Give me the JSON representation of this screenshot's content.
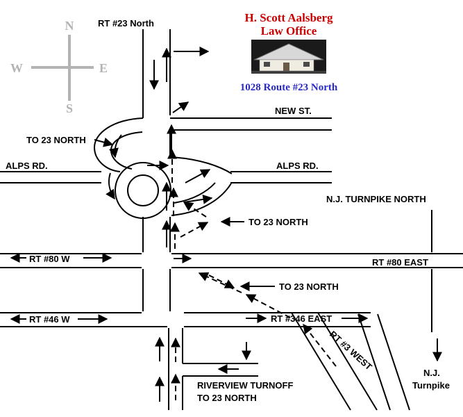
{
  "header": {
    "office_name_line1": "H. Scott Aalsberg",
    "office_name_line2": "Law Office",
    "address": "1028 Route #23 North",
    "photo_alt": "office-building-photo"
  },
  "compass": {
    "north": "N",
    "south": "S",
    "east": "E",
    "west": "W"
  },
  "map_labels": {
    "rt23_north": "RT #23 North",
    "new_st": "NEW ST.",
    "to_23_north_ramp": "TO 23 NORTH",
    "alps_rd_west": "ALPS RD.",
    "alps_rd_east": "ALPS RD.",
    "nj_turnpike_north": "N.J. TURNPIKE NORTH",
    "rt80_west": "RT #80 W",
    "rt80_east": "RT #80 EAST",
    "to_23_north_mid": "TO 23 NORTH",
    "to_23_north_lower": "TO 23 NORTH",
    "rt46_west": "RT #46 W",
    "rt346_east": "RT #346 EAST",
    "rt3_west": "RT #3 WEST",
    "nj_turnpike_bottom_line1": "N.J.",
    "nj_turnpike_bottom_line2": "Turnpike",
    "riverview_line1": "RIVERVIEW TURNOFF",
    "riverview_line2": "TO 23 NORTH"
  },
  "colors": {
    "office_name": "#cc0000",
    "address": "#2929c8",
    "compass": "#b3b3b3",
    "roads": "#000000"
  }
}
